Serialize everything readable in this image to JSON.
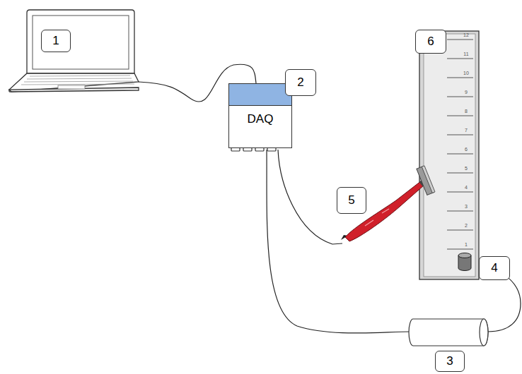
{
  "diagram": {
    "nodes": [
      {
        "text": [
          "DAQ"
        ]
      }
    ],
    "labels": [
      "1",
      "2",
      "6",
      "12",
      "11",
      "10",
      "9",
      "8",
      "7",
      "6",
      "5",
      "4",
      "3",
      "2",
      "1",
      "5",
      "4",
      "3"
    ]
  }
}
